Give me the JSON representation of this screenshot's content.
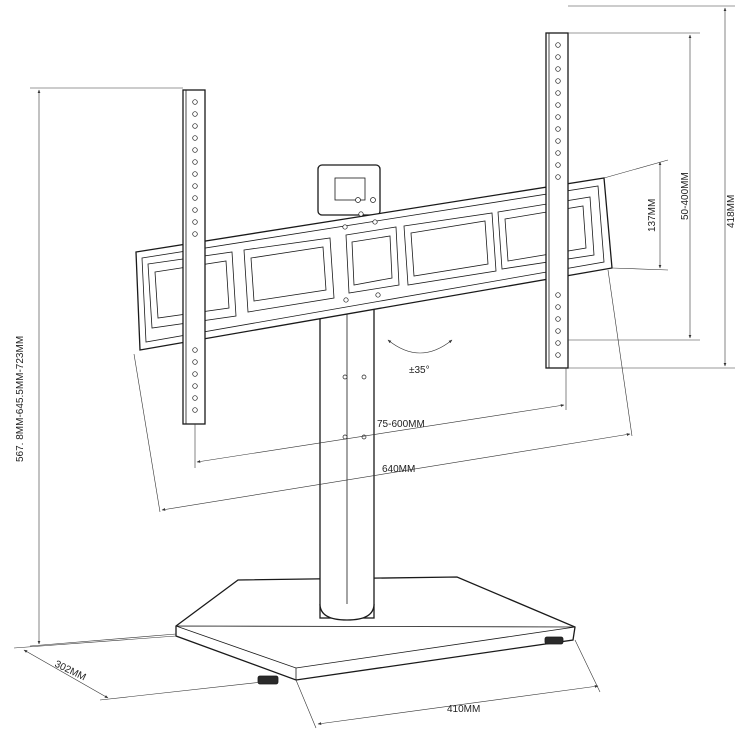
{
  "dimensions": {
    "total_height": "567. 8MM-645.5MM-723MM",
    "vesa_vertical_range": "50-400MM",
    "bracket_height": "418MM",
    "plate_height": "137MM",
    "tilt": "±35°",
    "vesa_horizontal_range": "75-600MM",
    "bracket_width": "640MM",
    "base_depth": "302MM",
    "base_width": "410MM"
  }
}
